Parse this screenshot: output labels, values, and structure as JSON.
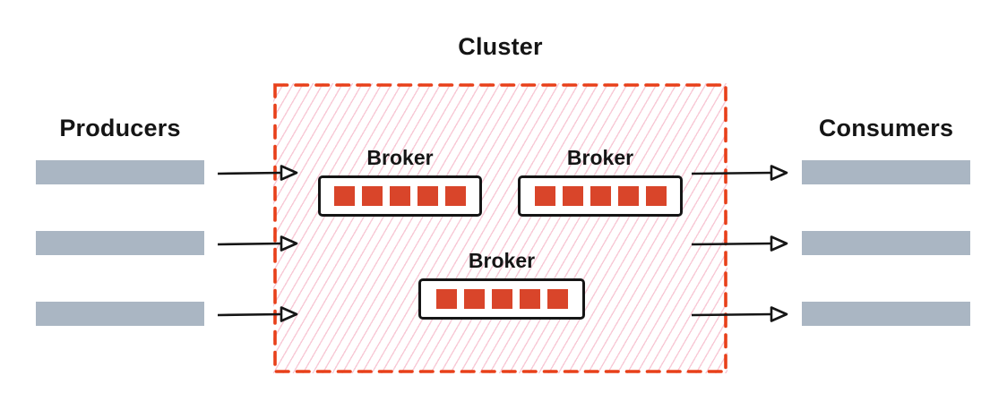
{
  "diagram": {
    "cluster": {
      "title": "Cluster",
      "border_color": "#e8401a",
      "hatch_color": "#f8c9d6",
      "brokers": [
        {
          "label": "Broker",
          "partitions": 5
        },
        {
          "label": "Broker",
          "partitions": 5
        },
        {
          "label": "Broker",
          "partitions": 5
        }
      ]
    },
    "producers": {
      "label": "Producers",
      "count": 3
    },
    "consumers": {
      "label": "Consumers",
      "count": 3
    },
    "colors": {
      "bar_gray": "#aab6c3",
      "partition_red": "#d9452a",
      "dash_red": "#e8401a",
      "hatch_pink": "#f8c9d6",
      "stroke_black": "#151515"
    }
  }
}
